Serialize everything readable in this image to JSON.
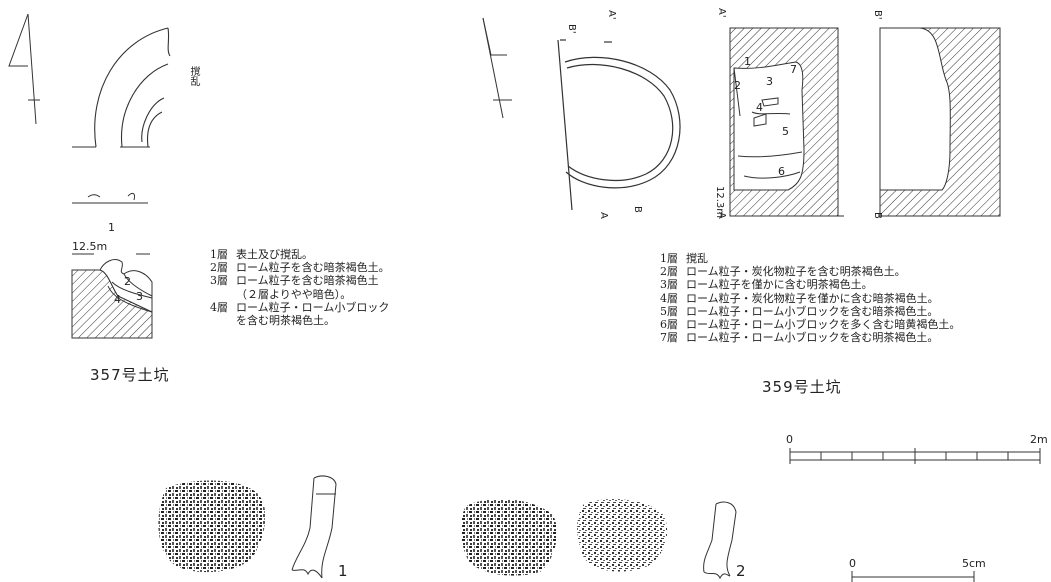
{
  "pit357": {
    "caption": "357号土坑",
    "disturbance_label": "撹乱",
    "elevation": "12.5m",
    "section_layers": [
      "2",
      "3",
      "4"
    ],
    "legend": [
      {
        "num": "1層",
        "text": "表土及び撹乱。"
      },
      {
        "num": "2層",
        "text": "ローム粒子を含む暗茶褐色土。"
      },
      {
        "num": "3層",
        "text": "ローム粒子を含む暗茶褐色土"
      },
      {
        "num": "",
        "text": "（２層よりやや暗色）。"
      },
      {
        "num": "4層",
        "text": "ローム粒子・ローム小ブロック"
      },
      {
        "num": "",
        "text": "を含む明茶褐色土。"
      }
    ]
  },
  "pit359": {
    "caption": "359号土坑",
    "plan_labels": {
      "a": "A",
      "a_prime": "A'",
      "b": "B",
      "b_prime": "B'"
    },
    "elevation": "12.3m",
    "section_layers": [
      "1",
      "2",
      "3",
      "4",
      "5",
      "6",
      "7"
    ],
    "legend": [
      {
        "num": "1層",
        "text": "撹乱"
      },
      {
        "num": "2層",
        "text": "ローム粒子・炭化物粒子を含む明茶褐色土。"
      },
      {
        "num": "3層",
        "text": "ローム粒子を僅かに含む明茶褐色土。"
      },
      {
        "num": "4層",
        "text": "ローム粒子・炭化物粒子を僅かに含む暗茶褐色土。"
      },
      {
        "num": "5層",
        "text": "ローム粒子・ローム小ブロックを含む暗茶褐色土。"
      },
      {
        "num": "6層",
        "text": "ローム粒子・ローム小ブロックを多く含む暗黄褐色土。"
      },
      {
        "num": "7層",
        "text": "ローム粒子・ローム小ブロックを含む明茶褐色土。"
      }
    ]
  },
  "scale_features": {
    "min": "0",
    "max": "2m"
  },
  "scale_artifacts": {
    "min": "0",
    "max": "5cm"
  },
  "artifact_numbers": [
    "1",
    "2"
  ],
  "section_stub_label": "1"
}
